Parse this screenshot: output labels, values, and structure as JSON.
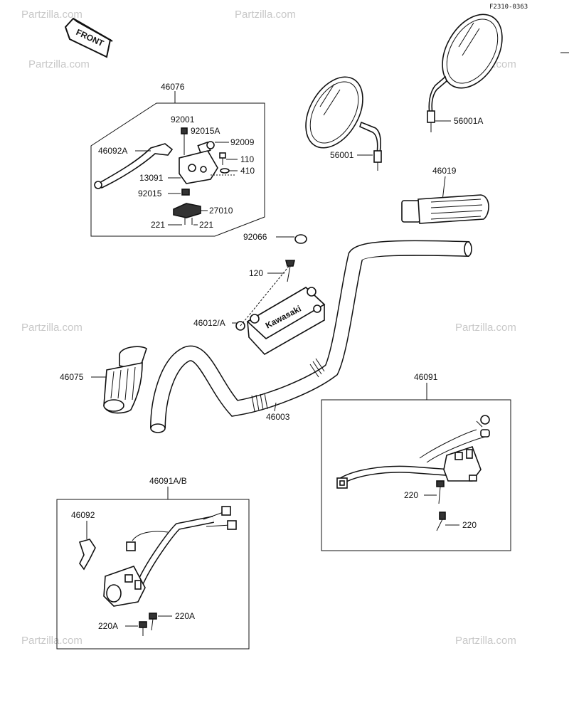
{
  "diagram_code": "F2310-0363",
  "front_label": "FRONT",
  "watermark": "Partzilla.com",
  "brand_text": "Kawasaki",
  "labels": {
    "p46076": "46076",
    "p92001": "92001",
    "p92015A": "92015A",
    "p92009": "92009",
    "p46092A": "46092A",
    "p110": "110",
    "p410": "410",
    "p13091": "13091",
    "p92015": "92015",
    "p27010": "27010",
    "p221a": "221",
    "p221b": "221",
    "p56001": "56001",
    "p56001A": "56001A",
    "p46019": "46019",
    "p92066": "92066",
    "p120": "120",
    "p46012A": "46012/A",
    "p46075": "46075",
    "p46003": "46003",
    "p46091": "46091",
    "p220a": "220",
    "p220b": "220",
    "p46091AB": "46091A/B",
    "p46092": "46092",
    "p220Aa": "220A",
    "p220Ab": "220A"
  }
}
